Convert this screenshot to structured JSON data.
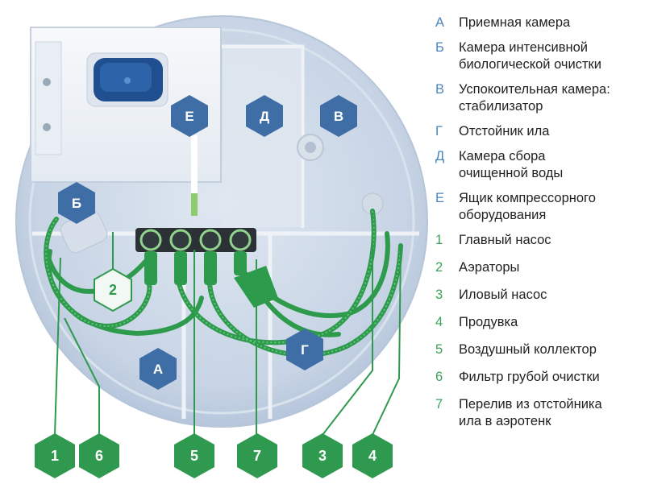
{
  "chambers": {
    "A": "А",
    "B": "Б",
    "V": "В",
    "G": "Г",
    "D": "Д",
    "E": "Е"
  },
  "numbers": [
    "1",
    "6",
    "5",
    "7",
    "3",
    "4"
  ],
  "aerator_number": "2",
  "legend": [
    {
      "key": "А",
      "text": "Приемная камера",
      "kind": "letter"
    },
    {
      "key": "Б",
      "text": "Камера интенсивной\nбиологической очистки",
      "kind": "letter"
    },
    {
      "key": "В",
      "text": "Успокоительная камера:\nстабилизатор",
      "kind": "letter"
    },
    {
      "key": "Г",
      "text": "Отстойник ила",
      "kind": "letter"
    },
    {
      "key": "Д",
      "text": "Камера сбора\nочищенной воды",
      "kind": "letter"
    },
    {
      "key": "Е",
      "text": "Ящик компрессорного\nоборудования",
      "kind": "letter"
    },
    {
      "key": "1",
      "text": "Главный насос",
      "kind": "number"
    },
    {
      "key": "2",
      "text": "Аэраторы",
      "kind": "number"
    },
    {
      "key": "3",
      "text": "Иловый насос",
      "kind": "number"
    },
    {
      "key": "4",
      "text": "Продувка",
      "kind": "number"
    },
    {
      "key": "5",
      "text": "Воздушный коллектор",
      "kind": "number"
    },
    {
      "key": "6",
      "text": "Фильтр грубой очистки",
      "kind": "number"
    },
    {
      "key": "7",
      "text": "Перелив из отстойника\nила в аэротенк",
      "kind": "number"
    }
  ],
  "colors": {
    "chamber_marker": "#3f6ea6",
    "number_marker": "#2f9a4f",
    "hose": "#2e9b4c",
    "tank": "#c9d6e6"
  }
}
